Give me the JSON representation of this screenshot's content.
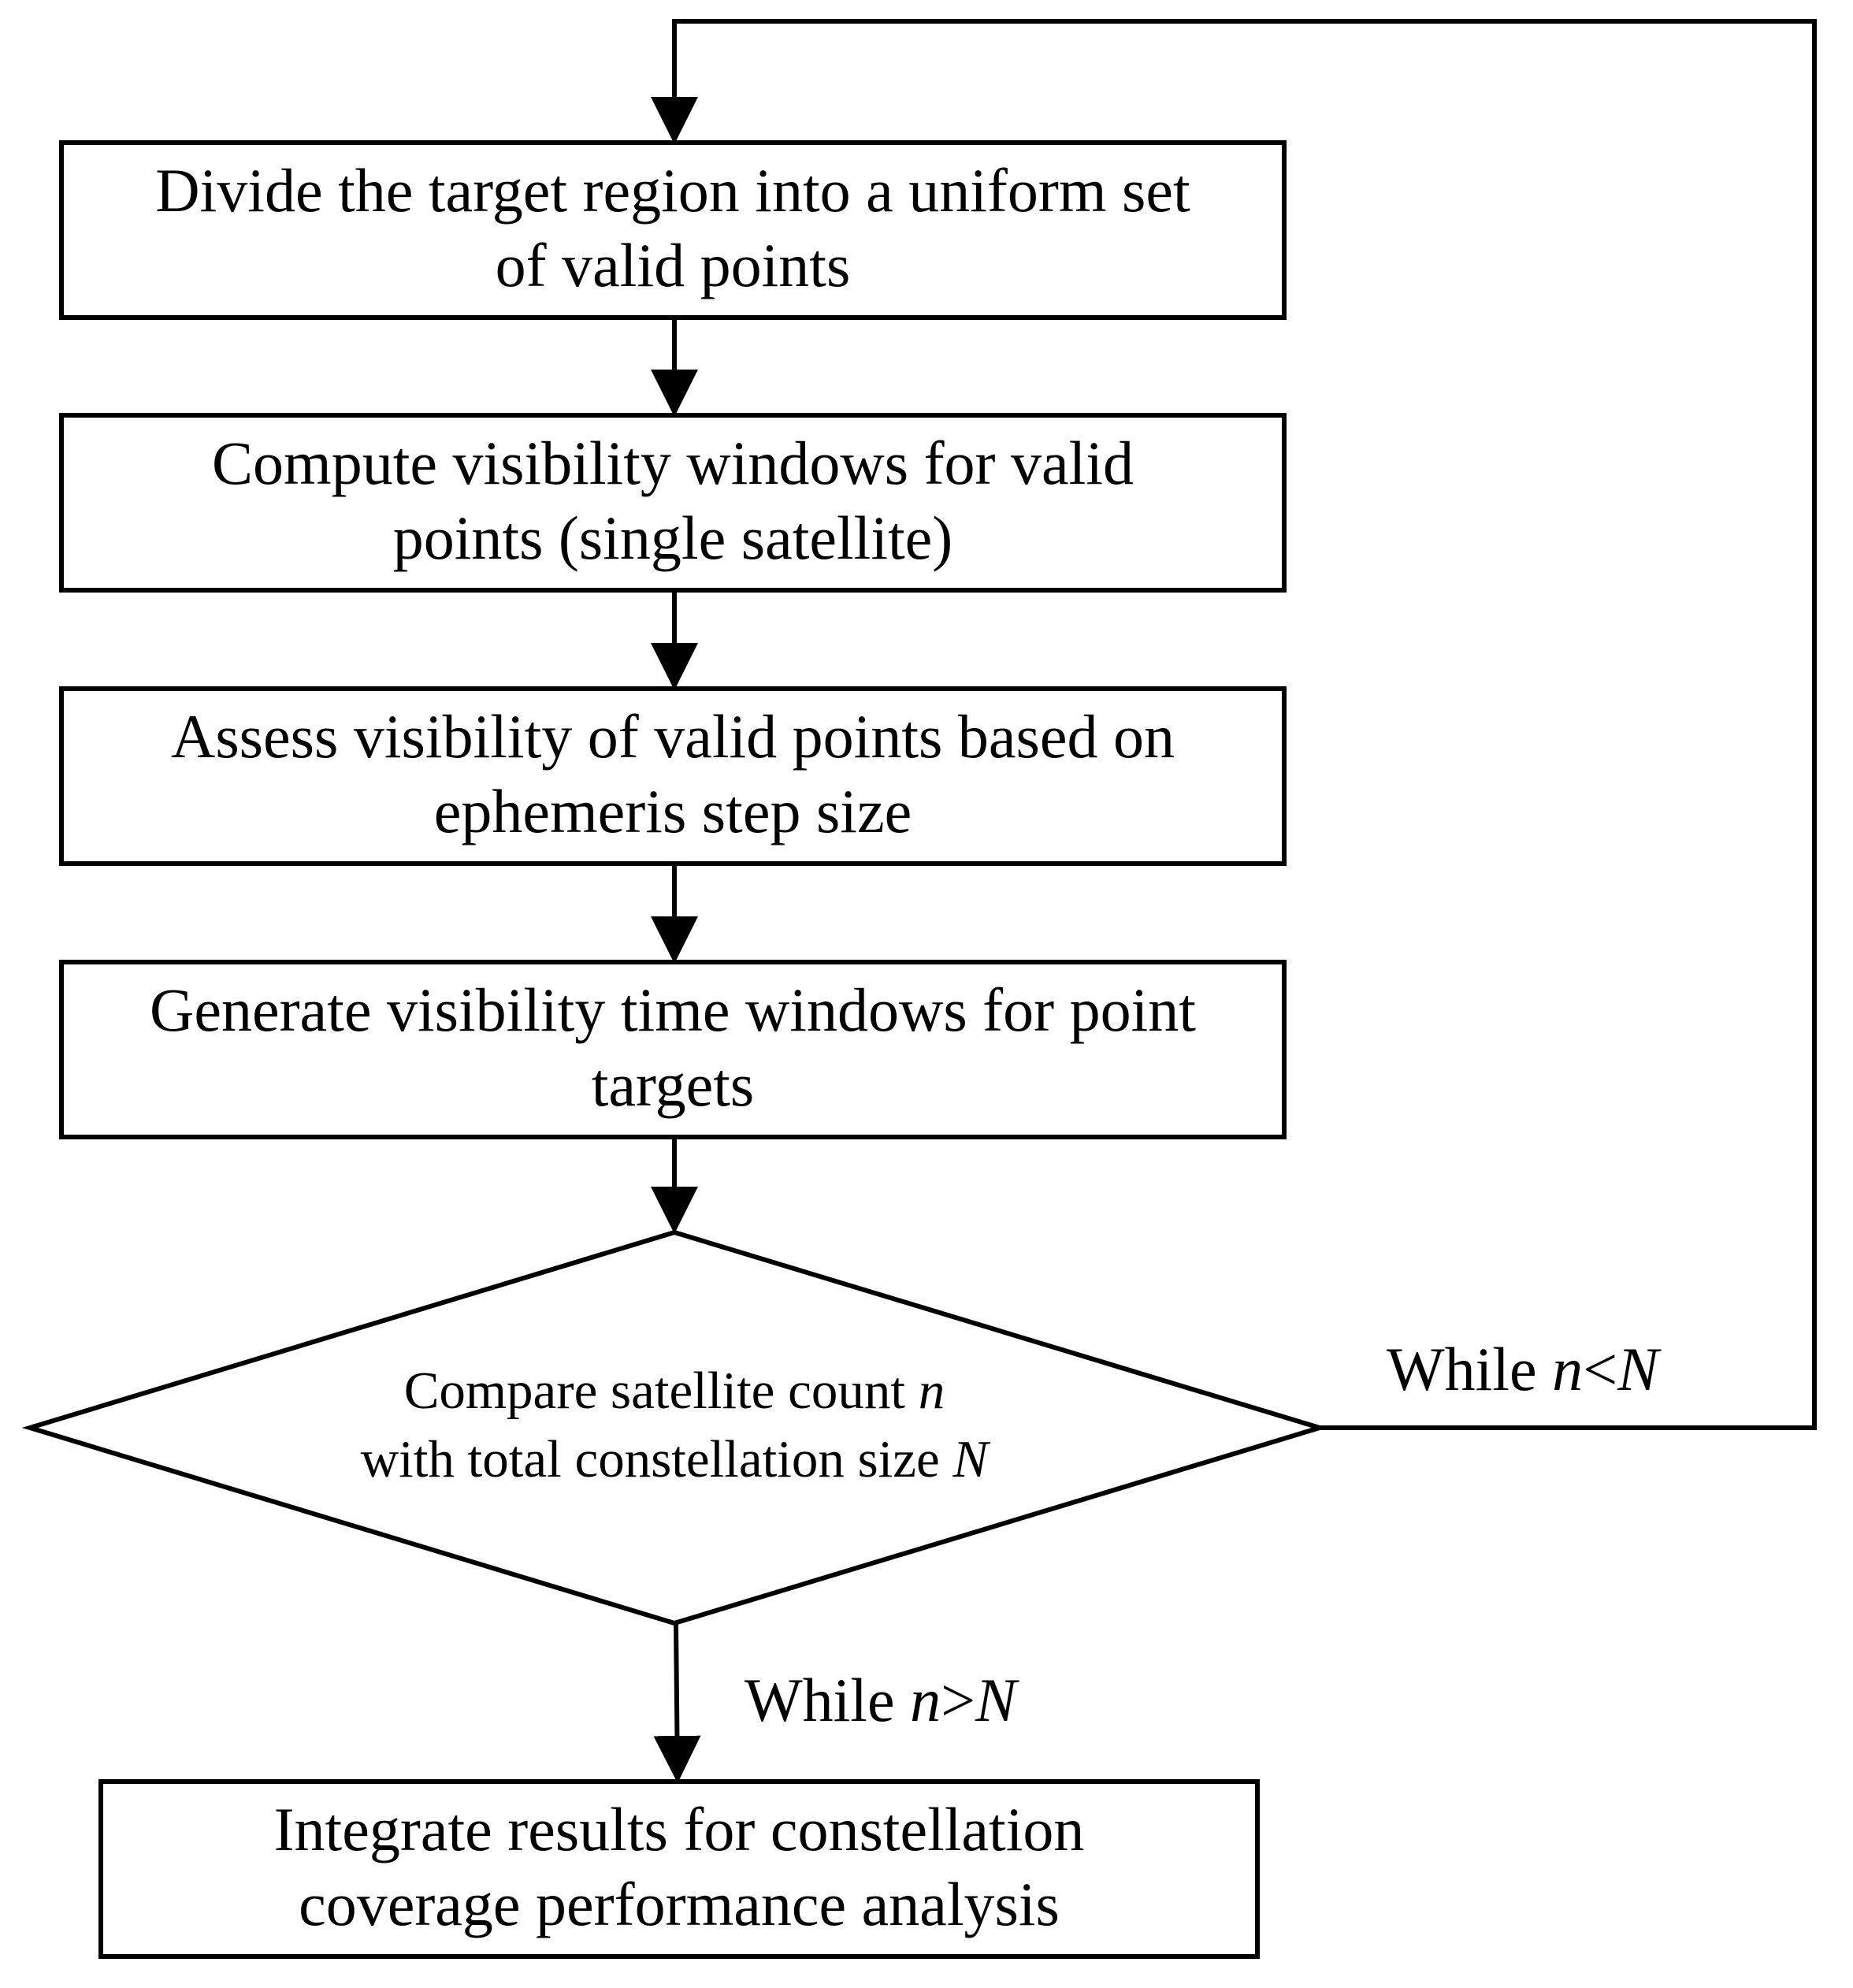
{
  "nodes": {
    "step1": {
      "line1": "Divide the target region into a uniform set",
      "line2": "of valid points"
    },
    "step2": {
      "line1": "Compute visibility windows for valid",
      "line2": "points (single satellite)"
    },
    "step3": {
      "line1": "Assess visibility of valid points based on",
      "line2": "ephemeris step size"
    },
    "step4": {
      "line1": "Generate visibility time windows for point",
      "line2": "targets"
    },
    "decision": {
      "line1_text": "Compare satellite count ",
      "line1_var": "n",
      "line2_text": "with total constellation size ",
      "line2_var": "N"
    },
    "final": {
      "line1": "Integrate results for constellation",
      "line2": "coverage performance analysis"
    }
  },
  "edges": {
    "loop_label": {
      "prefix": "While ",
      "var_left": "n",
      "operator": "<",
      "var_right": "N"
    },
    "exit_label": {
      "prefix": "While ",
      "var_left": "n",
      "operator": ">",
      "var_right": "N"
    }
  },
  "colors": {
    "stroke": "#000000",
    "background": "#ffffff"
  }
}
